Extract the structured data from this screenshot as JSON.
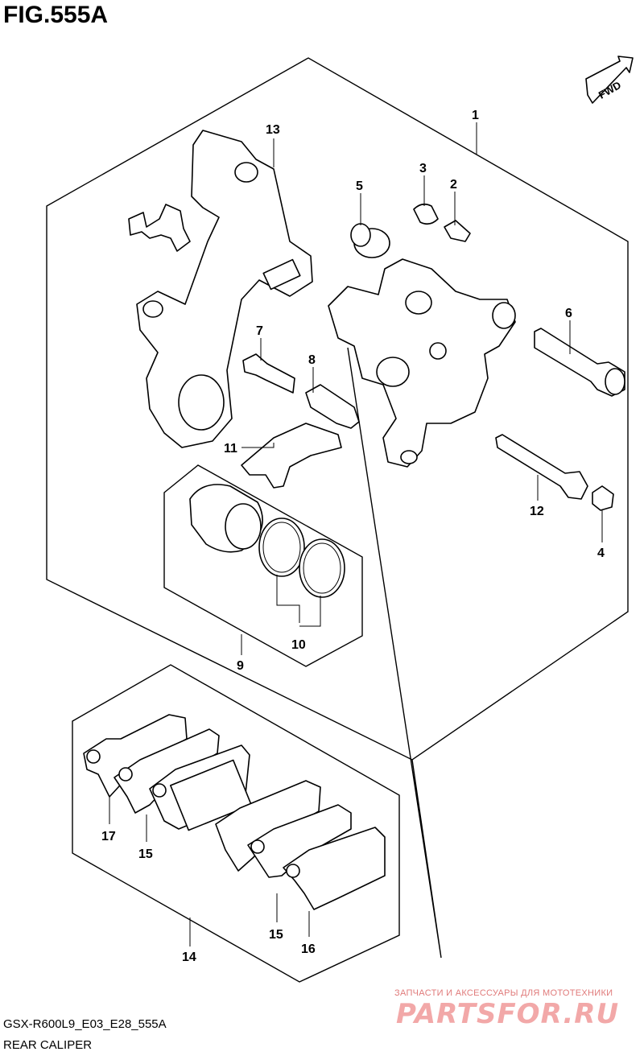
{
  "figure": {
    "title": "FIG.555A",
    "code": "GSX-R600L9_E03_E28_555A",
    "name": "REAR CALIPER"
  },
  "direction_badge": {
    "label": "FWD",
    "icon": "forward-arrow-icon"
  },
  "callouts": [
    {
      "id": "c1",
      "label": "1"
    },
    {
      "id": "c2",
      "label": "2"
    },
    {
      "id": "c3",
      "label": "3"
    },
    {
      "id": "c4",
      "label": "4"
    },
    {
      "id": "c5",
      "label": "5"
    },
    {
      "id": "c6",
      "label": "6"
    },
    {
      "id": "c7",
      "label": "7"
    },
    {
      "id": "c8",
      "label": "8"
    },
    {
      "id": "c9",
      "label": "9"
    },
    {
      "id": "c10",
      "label": "10"
    },
    {
      "id": "c11",
      "label": "11"
    },
    {
      "id": "c12",
      "label": "12"
    },
    {
      "id": "c13",
      "label": "13"
    },
    {
      "id": "c14",
      "label": "14"
    },
    {
      "id": "c15a",
      "label": "15"
    },
    {
      "id": "c15b",
      "label": "15"
    },
    {
      "id": "c16",
      "label": "16"
    },
    {
      "id": "c17",
      "label": "17"
    }
  ],
  "watermark": {
    "tagline": "ЗАПЧАСТИ И АКСЕССУАРЫ ДЛЯ МОТОТЕХНИКИ",
    "logo": "PARTSFOR.RU"
  }
}
